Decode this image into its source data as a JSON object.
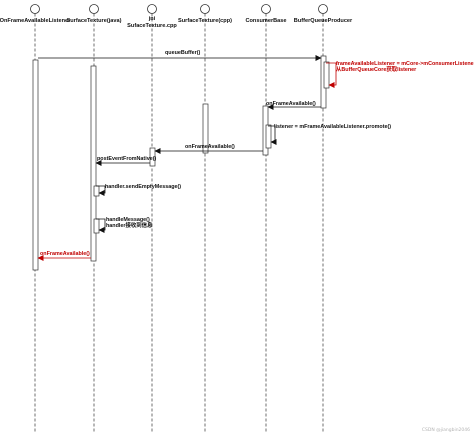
{
  "participants": [
    {
      "id": "ofal",
      "lines": [
        "OnFrameAvailableListener"
      ]
    },
    {
      "id": "stj",
      "lines": [
        "SurfaceTexture(java)"
      ]
    },
    {
      "id": "jni",
      "lines": [
        "jni",
        "SufaceTexture.cpp"
      ]
    },
    {
      "id": "stc",
      "lines": [
        "SurfaceTexture(cpp)"
      ]
    },
    {
      "id": "cb",
      "lines": [
        "ConsumerBase"
      ]
    },
    {
      "id": "bqp",
      "lines": [
        "BufferQueueProducer"
      ]
    }
  ],
  "messages": [
    {
      "id": "queue-buffer",
      "lines": [
        "queueBuffer()"
      ],
      "color": "#111111"
    },
    {
      "id": "frame-available-listener-self",
      "lines": [
        "frameAvailableListener = mCore->mConsumerListener",
        "从BufferQueueCore获取listener"
      ],
      "color": "#c00000"
    },
    {
      "id": "on-frame-available-cb",
      "lines": [
        "onFrameAvailable()"
      ],
      "color": "#111111"
    },
    {
      "id": "listener-promote-self",
      "lines": [
        "listener = mFrameAvailableListener.promote()"
      ],
      "color": "#111111"
    },
    {
      "id": "on-frame-available-jni",
      "lines": [
        "onFrameAvailable()"
      ],
      "color": "#111111"
    },
    {
      "id": "post-event-from-native",
      "lines": [
        "postEventFromNative()"
      ],
      "color": "#111111"
    },
    {
      "id": "send-empty-message-self",
      "lines": [
        "handler.sendEmptyMessage()"
      ],
      "color": "#111111"
    },
    {
      "id": "handle-message-self",
      "lines": [
        "handleMessage()",
        "handler接收到信息"
      ],
      "color": "#111111"
    },
    {
      "id": "on-frame-available-listener",
      "lines": [
        "onFrameAvailable()"
      ],
      "color": "#c00000"
    }
  ],
  "watermark": "CSDN @jiangbin2046"
}
